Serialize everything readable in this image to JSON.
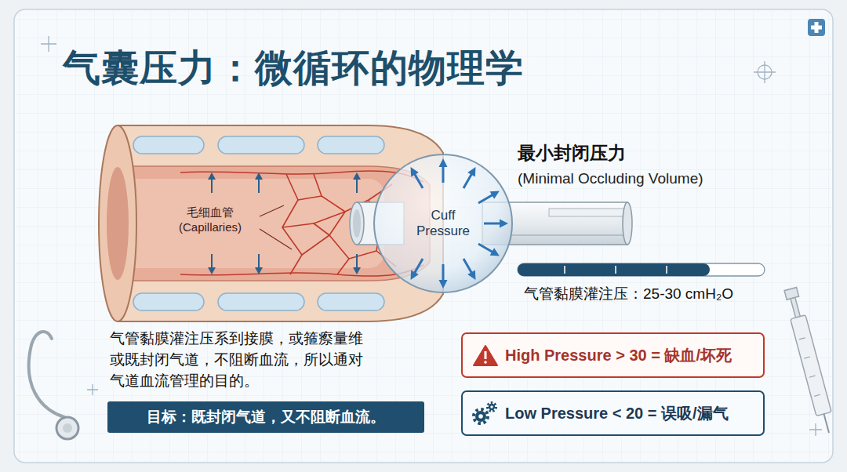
{
  "diagram": {
    "title": "气囊压力：微循环的物理学",
    "nodes": [
      {
        "text": [
          "Cuff Pressure"
        ]
      },
      {
        "text": [
          "High Pressure > 30 = 缺血/坏死"
        ]
      },
      {
        "text": [
          "Low Pressure < 20 = 误吸/漏气"
        ]
      },
      {
        "text": [
          "目标：既封闭气道，又不阻断血流。"
        ]
      }
    ],
    "labels": [
      "毛细血管 (Capillaries)",
      "最小封闭压力",
      "(Minimal Occluding Volume)",
      "气管黏膜灌注压：25-30 cmH₂O",
      "气管黏膜灌注压系到接膜，或箍瘵量维 或既封闭气道，不阻断血流，所以通对 气道血流管理的目的。"
    ]
  }
}
